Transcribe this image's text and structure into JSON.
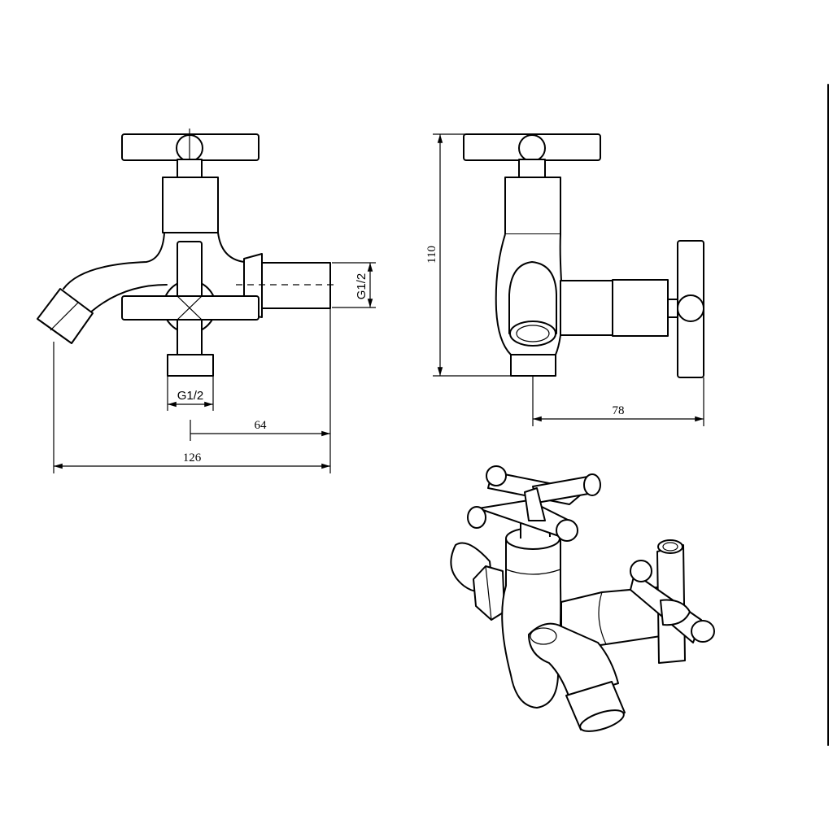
{
  "dimensions": {
    "overall_length": "126",
    "outlet_to_wall": "64",
    "height": "110",
    "depth": "78",
    "thread_top": "G1/2",
    "thread_inlet": "G1/2"
  }
}
